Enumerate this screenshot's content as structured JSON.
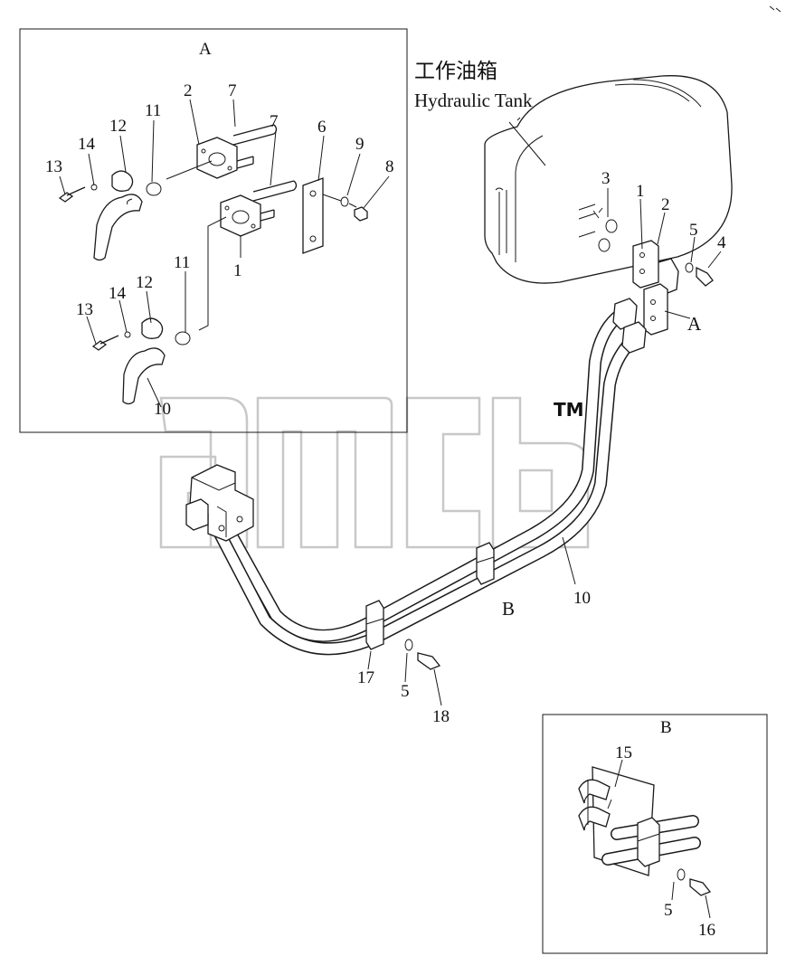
{
  "title_cn": "工作油箱",
  "title_en": "Hydraulic Tank",
  "watermark": "TM",
  "views": {
    "a": "A",
    "b": "B"
  },
  "main": {
    "p1": "1",
    "p2": "2",
    "p3": "3",
    "p4": "4",
    "p5": "5",
    "p10": "10",
    "p17": "17",
    "p5b": "5",
    "p18": "18",
    "ref_a": "A",
    "ref_b": "B"
  },
  "detail_a": {
    "n2": "2",
    "n7a": "7",
    "n7b": "7",
    "n11a": "11",
    "n12a": "12",
    "n14a": "14",
    "n13a": "13",
    "n6": "6",
    "n9": "9",
    "n8": "8",
    "n1": "1",
    "n11b": "11",
    "n12b": "12",
    "n14b": "14",
    "n13b": "13",
    "n10": "10"
  },
  "detail_b": {
    "n15": "15",
    "n5": "5",
    "n16": "16"
  }
}
